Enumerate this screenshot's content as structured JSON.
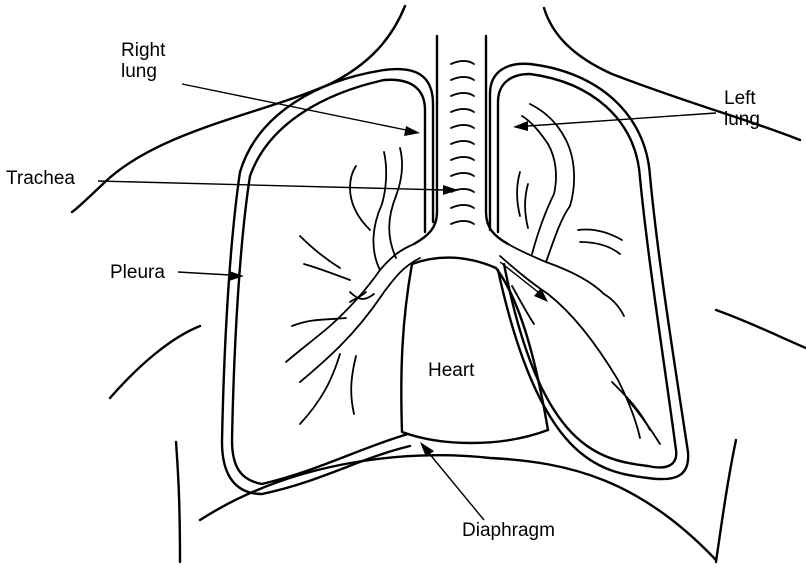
{
  "labels": {
    "right_lung": "Right\nlung",
    "left_lung": "Left\nlung",
    "trachea": "Trachea",
    "pleura": "Pleura",
    "heart": "Heart",
    "diaphragm": "Diaphragm"
  }
}
